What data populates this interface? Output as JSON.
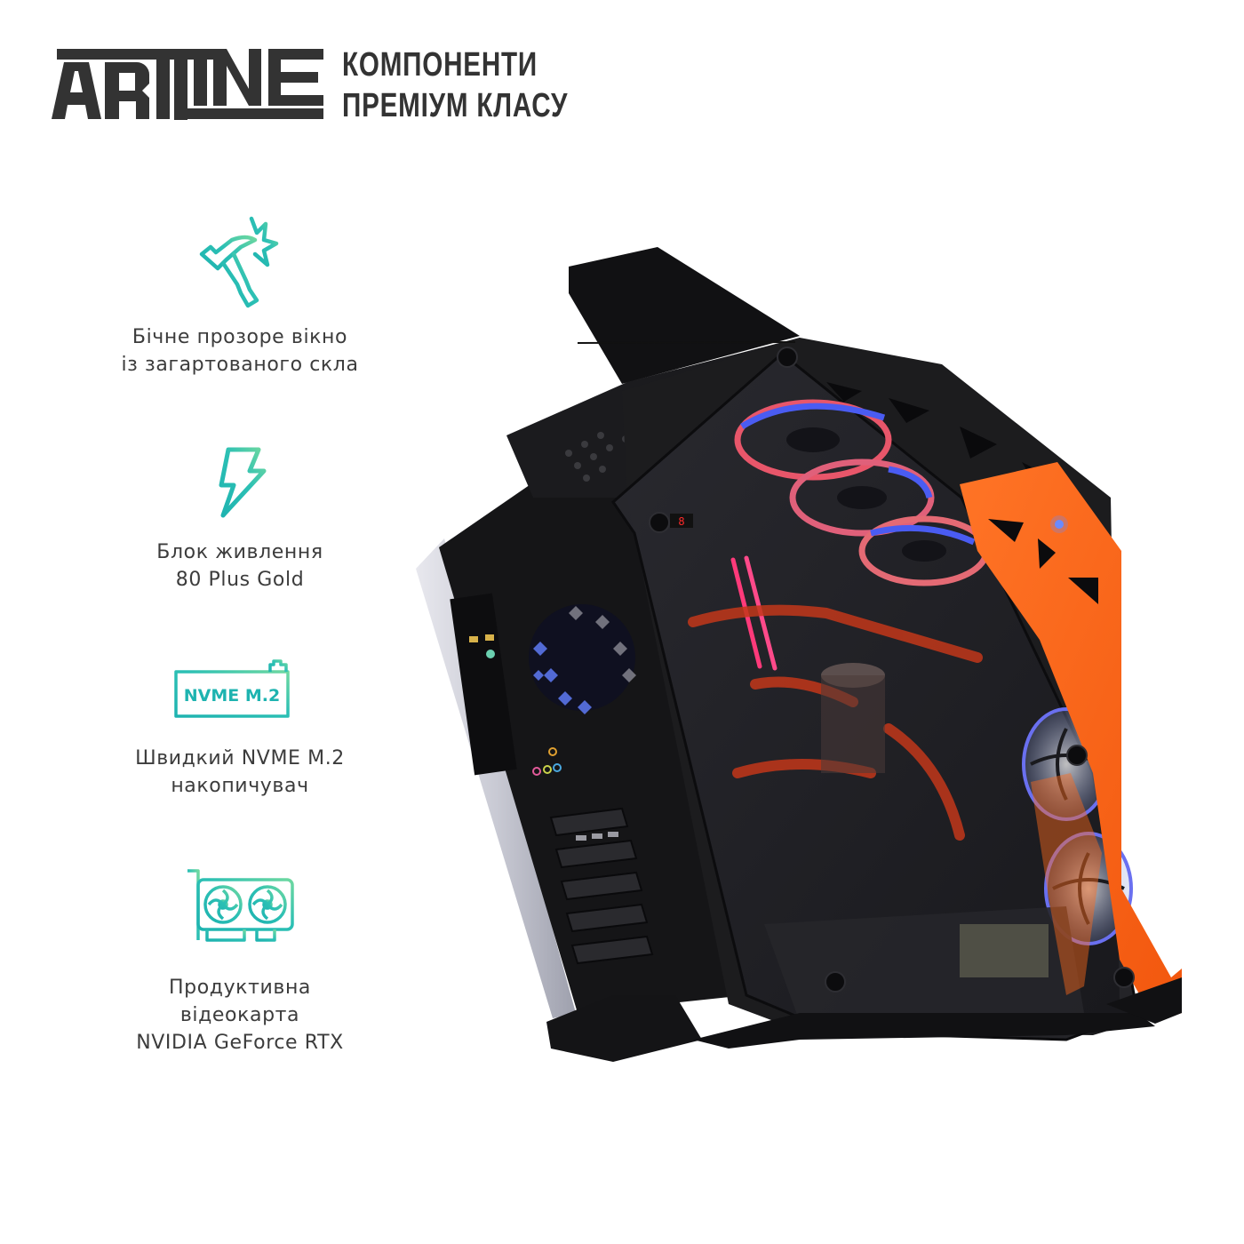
{
  "brand": {
    "logo_text": "ARTLINE",
    "tagline_lines": [
      "КОМПОНЕНТИ",
      "ПРЕМІУМ КЛАСУ"
    ],
    "logo_color": "#333333"
  },
  "theme": {
    "icon_gradient_start": "#1eb3b0",
    "icon_gradient_end": "#6ed8a0",
    "text_color": "#3c3c3c",
    "case_orange": "#ff6a1a",
    "case_black": "#1c1c1e"
  },
  "features": [
    {
      "icon": "hammer-glass-break-icon",
      "lines": [
        "Бічне прозоре вікно",
        "із загартованого скла"
      ]
    },
    {
      "icon": "lightning-bolt-icon",
      "lines": [
        "Блок живлення",
        "80 Plus Gold"
      ]
    },
    {
      "icon": "nvme-ssd-icon",
      "icon_text": "NVME M.2",
      "lines": [
        "Швидкий NVME M.2",
        "накопичувач"
      ]
    },
    {
      "icon": "graphics-card-icon",
      "lines": [
        "Продуктивна",
        "відеокарта",
        "NVIDIA GeForce RTX"
      ]
    }
  ],
  "product": {
    "image": "pc-case-tempered-glass-orange-black",
    "debug_digit": "8"
  }
}
